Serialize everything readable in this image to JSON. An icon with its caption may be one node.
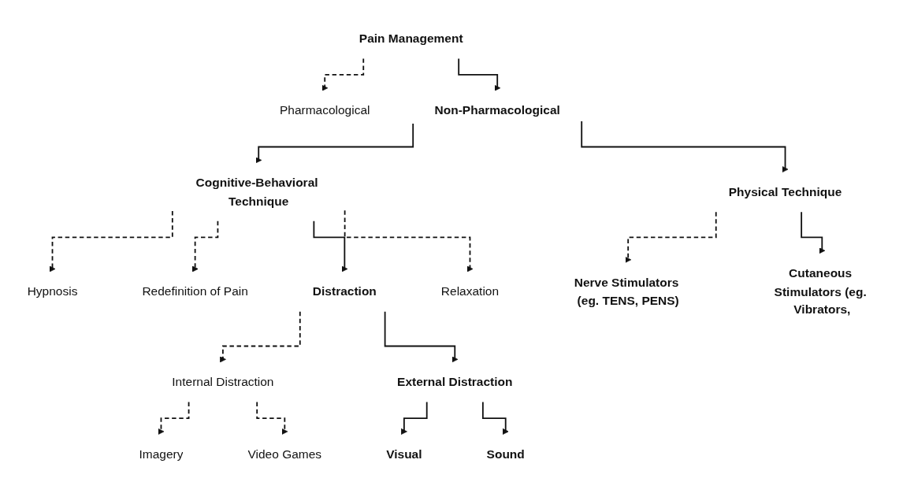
{
  "diagram": {
    "nodes": [
      {
        "text": [
          "Pain Management"
        ]
      },
      {
        "text": [
          "Pharmacological"
        ]
      },
      {
        "text": [
          "Non-Pharmacological"
        ]
      },
      {
        "text": [
          "Cognitive-Behavioral Technique"
        ]
      },
      {
        "text": [
          "Physical Technique"
        ]
      },
      {
        "text": [
          "Hypnosis"
        ]
      },
      {
        "text": [
          "Redefinition of Pain"
        ]
      },
      {
        "text": [
          "Distraction"
        ]
      },
      {
        "text": [
          "Relaxation"
        ]
      },
      {
        "text": [
          "Nerve Stimulators (eg. TENS, PENS)"
        ]
      },
      {
        "text": [
          "Cutaneous Stimulators (eg. Vibrators,"
        ]
      },
      {
        "text": [
          "Internal Distraction"
        ]
      },
      {
        "text": [
          "External Distraction"
        ]
      },
      {
        "text": [
          "Imagery"
        ]
      },
      {
        "text": [
          "Video Games"
        ]
      },
      {
        "text": [
          "Visual"
        ]
      },
      {
        "text": [
          "Sound"
        ]
      }
    ],
    "edges": [
      {
        "from": 0,
        "to": 1,
        "arrow": "to",
        "style": "dashed"
      },
      {
        "from": 0,
        "to": 2,
        "arrow": "to"
      },
      {
        "from": 2,
        "to": 3,
        "arrow": "to"
      },
      {
        "from": 2,
        "to": 4,
        "arrow": "to"
      },
      {
        "from": 3,
        "to": 5,
        "arrow": "to",
        "style": "dashed"
      },
      {
        "from": 3,
        "to": 6,
        "arrow": "to",
        "style": "dashed"
      },
      {
        "from": 3,
        "to": 7,
        "arrow": "to"
      },
      {
        "from": 3,
        "to": 8,
        "arrow": "to",
        "style": "dashed"
      },
      {
        "from": 4,
        "to": 9,
        "arrow": "to",
        "style": "dashed"
      },
      {
        "from": 4,
        "to": 10,
        "arrow": "to"
      },
      {
        "from": 7,
        "to": 11,
        "arrow": "to",
        "style": "dashed"
      },
      {
        "from": 7,
        "to": 12,
        "arrow": "to"
      },
      {
        "from": 11,
        "to": 13,
        "arrow": "to",
        "style": "dashed"
      },
      {
        "from": 11,
        "to": 14,
        "arrow": "to",
        "style": "dashed"
      },
      {
        "from": 12,
        "to": 15,
        "arrow": "to"
      },
      {
        "from": 12,
        "to": 16,
        "arrow": "to"
      }
    ]
  }
}
